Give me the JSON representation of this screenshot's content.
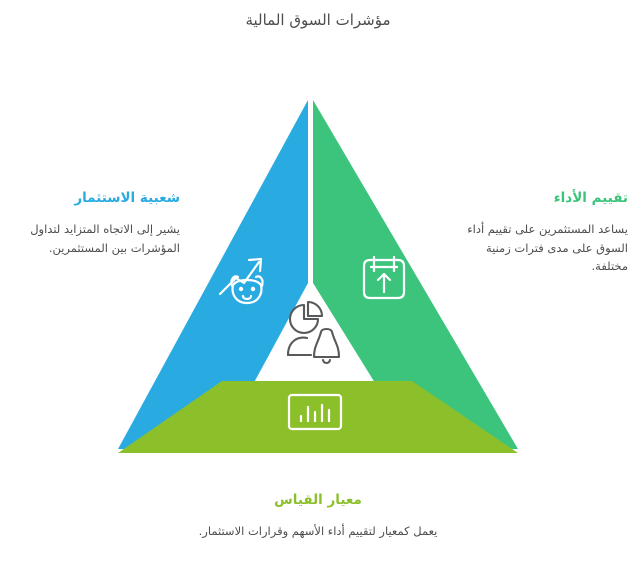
{
  "page": {
    "title": "مؤشرات السوق المالية",
    "background_color": "#ffffff",
    "body_text_color": "#4d4d4d"
  },
  "colors": {
    "blue": "#29abe2",
    "green": "#3cc47c",
    "lime": "#8cc02b",
    "icon_white": "#ffffff",
    "icon_dark": "#58595b"
  },
  "segments": {
    "left": {
      "title": "شعبية الاستثمار",
      "description": "يشير إلى الاتجاه المتزايد لتداول المؤشرات بين المستثمرين.",
      "color": "#29abe2",
      "icon": "bull-market-arrow-icon"
    },
    "right": {
      "title": "تقييم الأداء",
      "description": "يساعد المستثمرين على تقييم أداء السوق على مدى فترات زمنية مختلفة.",
      "color": "#3cc47c",
      "icon": "calendar-up-arrow-icon"
    },
    "bottom": {
      "title": "معيار القياس",
      "description": "يعمل كمعيار لتقييم أداء الأسهم وقرارات الاستثمار.",
      "color": "#8cc02b",
      "icon": "bar-chart-frame-icon"
    }
  },
  "center": {
    "icon": "pie-chart-person-bell-icon",
    "color": "#58595b"
  }
}
